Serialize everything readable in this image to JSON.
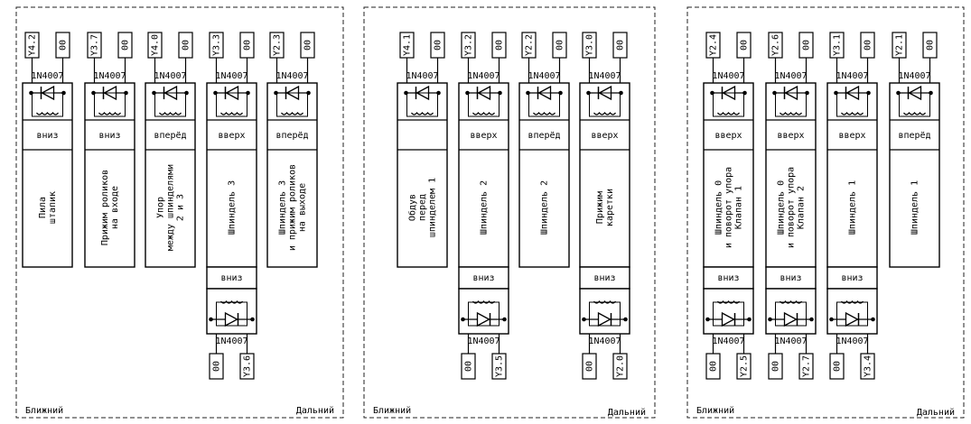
{
  "panels": [
    {
      "footer_left": "Ближний",
      "footer_right": "Дальний",
      "modules": [
        {
          "in": "Y4.2",
          "com": "00",
          "diode": "1N4007",
          "dir": "вниз",
          "name": "Пила\nштапик",
          "lower": null
        },
        {
          "in": "Y3.7",
          "com": "00",
          "diode": "1N4007",
          "dir": "вниз",
          "name": "Прижим роликов\nна входе",
          "lower": null
        },
        {
          "in": "Y4.0",
          "com": "00",
          "diode": "1N4007",
          "dir": "вперёд",
          "name": "Упор\nмежду шпинделями\n2 и 3",
          "lower": null
        },
        {
          "in": "Y3.3",
          "com": "00",
          "diode": "1N4007",
          "dir": "вверх",
          "name": "Шпиндель 3",
          "lower": {
            "dir": "вниз",
            "diode": "1N4007",
            "com": "00",
            "out": "Y3.6"
          }
        },
        {
          "in": "Y2.3",
          "com": "00",
          "diode": "1N4007",
          "dir": "вперёд",
          "name": "Шпиндель 3\nи прижим роликов\nна выходе",
          "lower": null
        }
      ]
    },
    {
      "footer_left": "Ближний",
      "footer_right": "Дальний",
      "modules": [
        {
          "in": "Y4.1",
          "com": "00",
          "diode": "1N4007",
          "dir": "",
          "name": "Обдув\nперед\nшпинделем 1",
          "lower": null
        },
        {
          "in": "Y3.2",
          "com": "00",
          "diode": "1N4007",
          "dir": "вверх",
          "name": "Шпиндель 2",
          "lower": {
            "dir": "вниз",
            "diode": "1N4007",
            "com": "00",
            "out": "Y3.5"
          }
        },
        {
          "in": "Y2.2",
          "com": "00",
          "diode": "1N4007",
          "dir": "вперёд",
          "name": "Шпиндель 2",
          "lower": null
        },
        {
          "in": "Y3.0",
          "com": "00",
          "diode": "1N4007",
          "dir": "вверх",
          "name": "Прижим\nкаретки",
          "lower": {
            "dir": "вниз",
            "diode": "1N4007",
            "com": "00",
            "out": "Y2.0"
          }
        }
      ]
    },
    {
      "footer_left": "Ближний",
      "footer_right": "Дальний",
      "modules": [
        {
          "in": "Y2.4",
          "com": "00",
          "diode": "1N4007",
          "dir": "вверх",
          "name": "Шпиндель 0\nи поворот упора\nКлапан 1",
          "lower": {
            "dir": "вниз",
            "diode": "1N4007",
            "com": "00",
            "out": "Y2.5"
          }
        },
        {
          "in": "Y2.6",
          "com": "00",
          "diode": "1N4007",
          "dir": "вверх",
          "name": "Шпиндель 0\nи поворот упора\nКлапан 2",
          "lower": {
            "dir": "вниз",
            "diode": "1N4007",
            "com": "00",
            "out": "Y2.7"
          }
        },
        {
          "in": "Y3.1",
          "com": "00",
          "diode": "1N4007",
          "dir": "вверх",
          "name": "Шпиндель 1",
          "lower": {
            "dir": "вниз",
            "diode": "1N4007",
            "com": "00",
            "out": "Y3.4"
          }
        },
        {
          "in": "Y2.1",
          "com": "00",
          "diode": "1N4007",
          "dir": "вперёд",
          "name": "Шпиндель 1",
          "lower": null
        }
      ]
    }
  ]
}
